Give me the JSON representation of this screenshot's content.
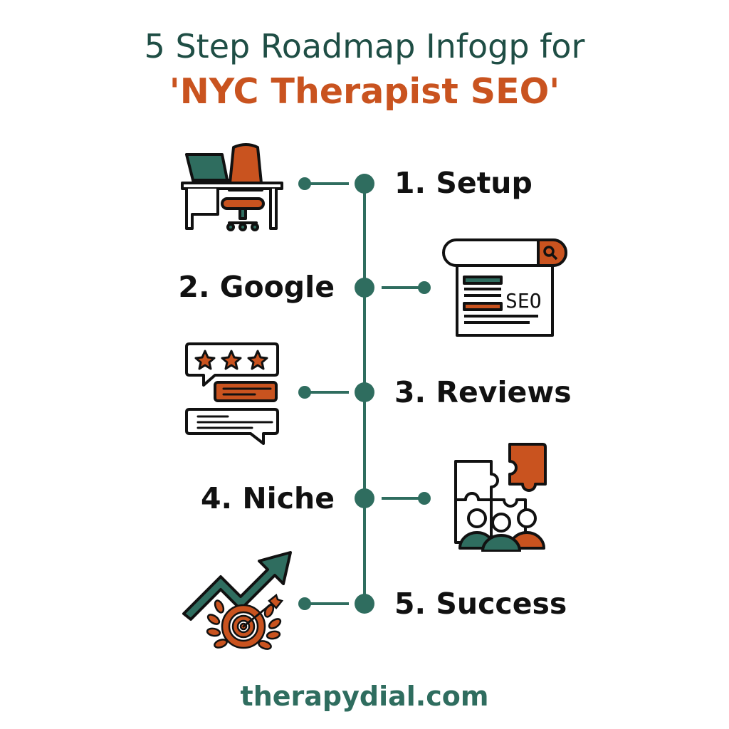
{
  "title": {
    "line1": "5 Step Roadmap Infogp for",
    "line2": "'NYC Therapist SEO'"
  },
  "colors": {
    "teal": "#2f6d5f",
    "dark_teal": "#1f4e45",
    "orange": "#c9531f",
    "ink": "#111111"
  },
  "steps": [
    {
      "label": "1. Setup",
      "icon": "desk-chair-laptop-icon",
      "label_side": "right"
    },
    {
      "label": "2. Google",
      "icon": "seo-search-page-icon",
      "label_side": "left"
    },
    {
      "label": "3. Reviews",
      "icon": "star-reviews-chat-icon",
      "label_side": "right"
    },
    {
      "label": "4. Niche",
      "icon": "puzzle-people-icon",
      "label_side": "left"
    },
    {
      "label": "5. Success",
      "icon": "growth-arrow-target-icon",
      "label_side": "right"
    }
  ],
  "seo_icon_text": "SEO",
  "footer": "therapydial.com"
}
